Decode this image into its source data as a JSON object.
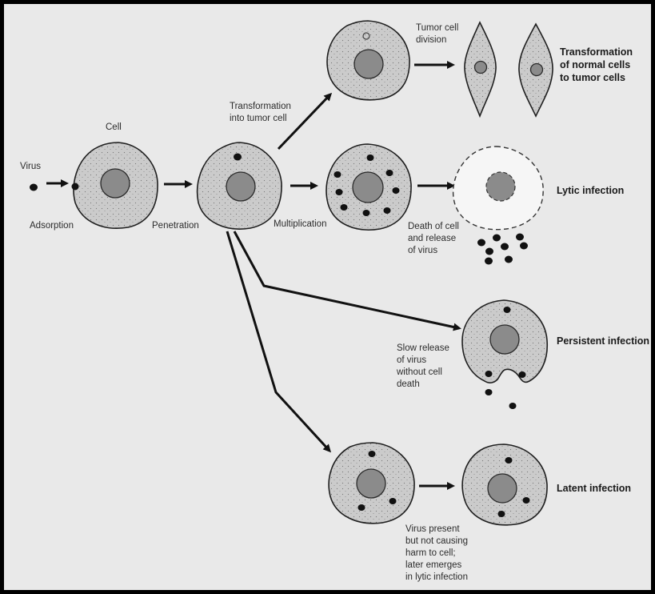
{
  "labels": {
    "virus": "Virus",
    "adsorption": "Adsorption",
    "cell": "Cell",
    "penetration": "Penetration",
    "transformation_line1": "Transformation",
    "transformation_line2": "into tumor cell",
    "tumor_division_line1": "Tumor cell",
    "tumor_division_line2": "division",
    "multiplication": "Multiplication",
    "death_line1": "Death of cell",
    "death_line2": "and release",
    "death_line3": "of virus",
    "slow_release_line1": "Slow release",
    "slow_release_line2": "of virus",
    "slow_release_line3": "without cell",
    "slow_release_line4": "death",
    "latent_note_line1": "Virus present",
    "latent_note_line2": "but not causing",
    "latent_note_line3": "harm to cell;",
    "latent_note_line4": "later emerges",
    "latent_note_line5": "in lytic infection"
  },
  "outcomes": {
    "transformation_line1": "Transformation",
    "transformation_line2": "of normal cells",
    "transformation_line3": "to tumor cells",
    "lytic": "Lytic infection",
    "persistent": "Persistent infection",
    "latent": "Latent infection"
  },
  "colors": {
    "background": "#e9e9e9",
    "cell_fill": "#c9c9c9",
    "nucleus_fill": "#8b8b8b",
    "virus_fill": "#111111"
  }
}
